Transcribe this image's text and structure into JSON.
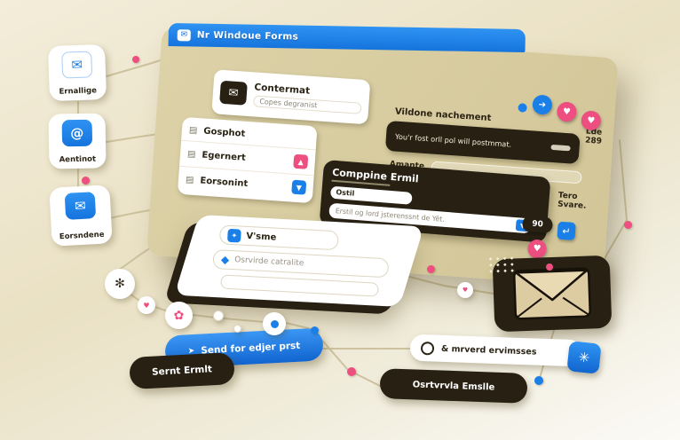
{
  "titlebar": {
    "title": "Nr Windoue Forms"
  },
  "contact_card": {
    "title": "Contermat",
    "subtitle": "Copes degranist"
  },
  "menu": {
    "items": [
      {
        "label": "Gosphot"
      },
      {
        "label": "Egernert"
      },
      {
        "label": "Eorsonint"
      }
    ]
  },
  "notice": {
    "header": "Vildone nachement",
    "body": "You'r fost orll pol will postmmat.",
    "side_label": "Lde 289",
    "field_label": "Amante"
  },
  "compose": {
    "title": "Comppine Ermil",
    "subject_value": "Ostil",
    "body_value": "Erstil og lord jsterenssnt de Yêt.",
    "badge": "90",
    "side_note": "Tero Svare."
  },
  "form_card": {
    "row1_label": "V'sme",
    "row2_label": "Osrvirde catralite"
  },
  "sidebar": {
    "items": [
      {
        "label": "Ernallige"
      },
      {
        "label": "Aentinot"
      },
      {
        "label": "Eorsndene"
      }
    ]
  },
  "buttons": {
    "send_primary": "Send for edjer prst",
    "send_secondary": "Sernt Ermlt",
    "received": "& mrverd ervimsses",
    "archive": "Osrtvrvla Emslle"
  },
  "icons": {
    "window": "✉",
    "envelope": "✉",
    "at": "@",
    "heart": "♥",
    "document": "▤",
    "asterisk": "✻",
    "flower": "✿",
    "diamond": "◆",
    "triangle_up": "▲",
    "triangle_down": "▼",
    "arrow_right": "➔",
    "return": "↵",
    "sparkle": "✦",
    "snowflake": "✳",
    "plane": "➤"
  },
  "colors": {
    "blue": "#1b7fe8",
    "pink": "#ec4f80",
    "dark": "#272013",
    "tan": "#d6ca9e",
    "background": "#efe7cd"
  }
}
